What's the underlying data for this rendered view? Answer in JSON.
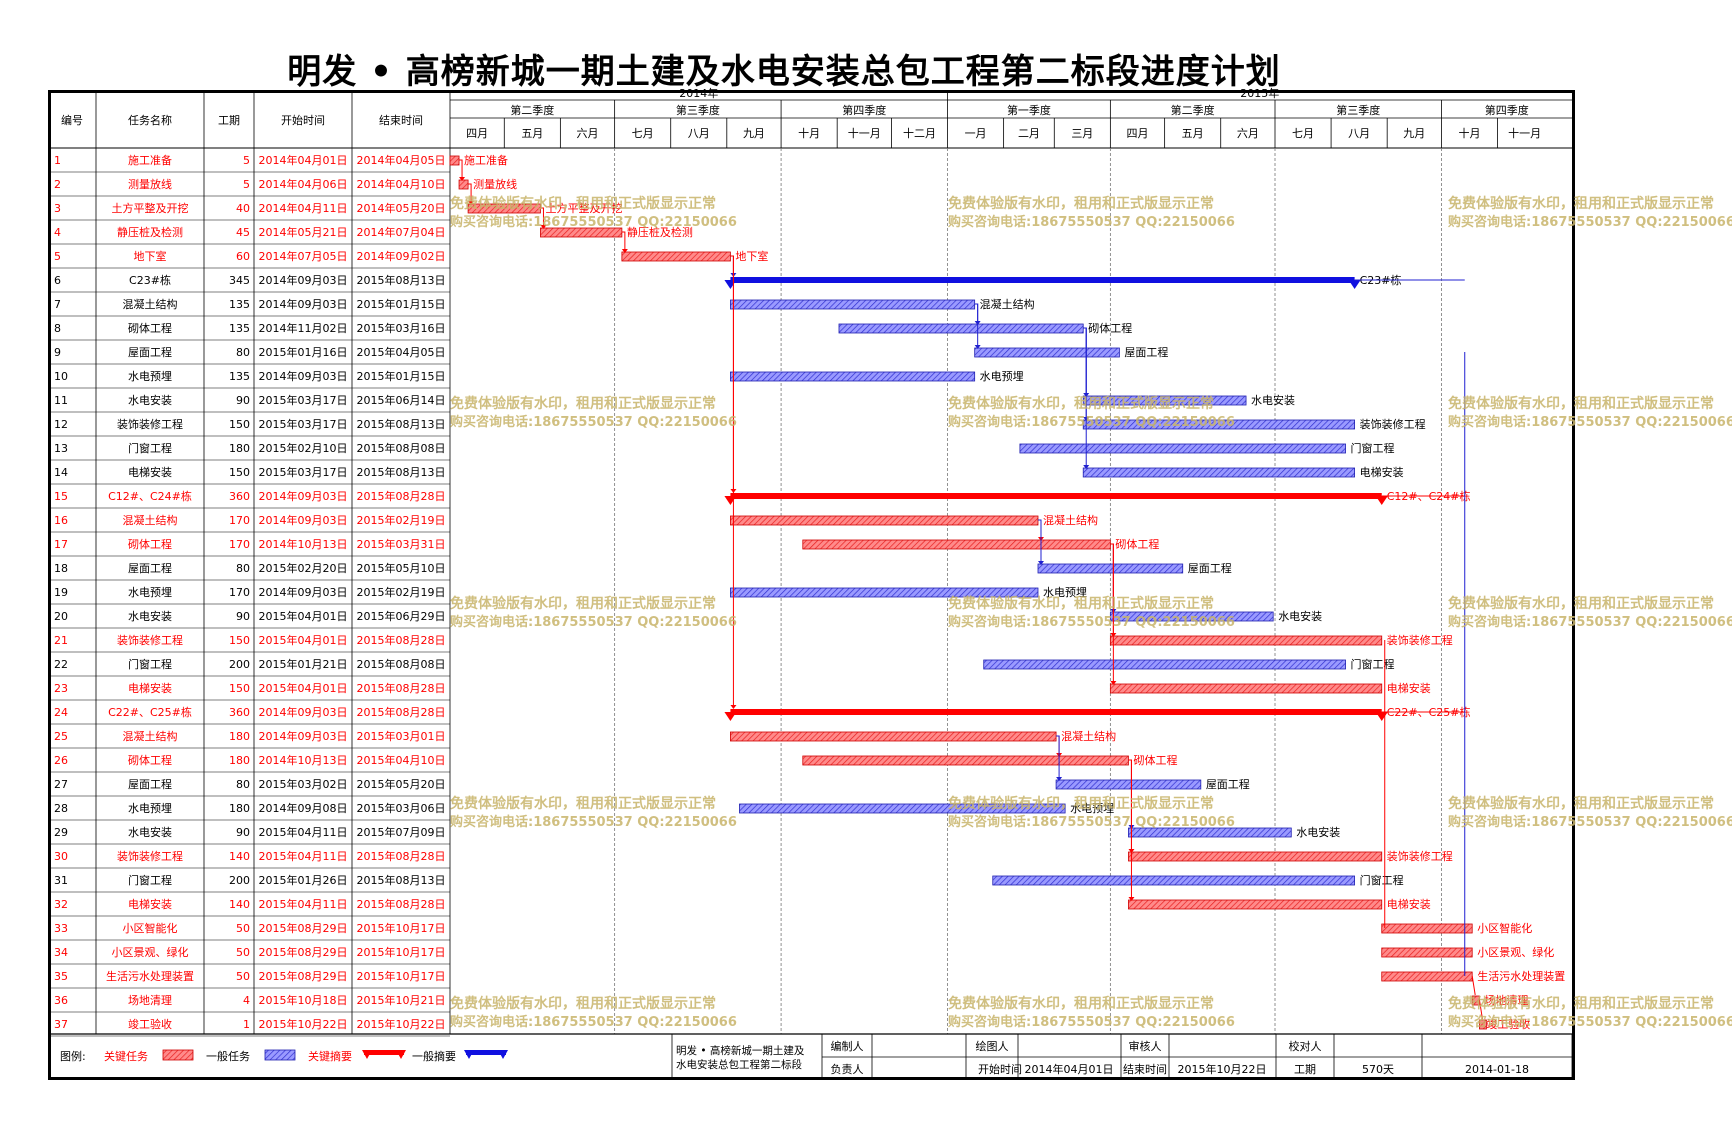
{
  "title": "明发 • 高榜新城一期土建及水电安装总包工程第二标段进度计划",
  "colors": {
    "critical": "#ff0000",
    "normal": "#3333cc",
    "bar_critical": "#ff6666",
    "bar_normal": "#6666ee",
    "watermark": "#c8b46a"
  },
  "columns": [
    "编号",
    "任务名称",
    "工期",
    "开始时间",
    "结束时间"
  ],
  "timeline": {
    "years": [
      "2014年",
      "2015年"
    ],
    "quarters": [
      "第二季度",
      "第三季度",
      "第四季度",
      "第一季度",
      "第二季度",
      "第三季度",
      "第四季度"
    ],
    "months": [
      "四月",
      "五月",
      "六月",
      "七月",
      "八月",
      "九月",
      "十月",
      "十一月",
      "十二月",
      "一月",
      "二月",
      "三月",
      "四月",
      "五月",
      "六月",
      "七月",
      "八月",
      "九月",
      "十月",
      "十一月"
    ]
  },
  "tasks": [
    {
      "id": "1",
      "name": "施工准备",
      "duration": "5",
      "start": "2014年04月01日",
      "end": "2014年04月05日",
      "critical": true,
      "type": "task"
    },
    {
      "id": "2",
      "name": "测量放线",
      "duration": "5",
      "start": "2014年04月06日",
      "end": "2014年04月10日",
      "critical": true,
      "type": "task"
    },
    {
      "id": "3",
      "name": "土方平整及开挖",
      "duration": "40",
      "start": "2014年04月11日",
      "end": "2014年05月20日",
      "critical": true,
      "type": "task"
    },
    {
      "id": "4",
      "name": "静压桩及检测",
      "duration": "45",
      "start": "2014年05月21日",
      "end": "2014年07月04日",
      "critical": true,
      "type": "task"
    },
    {
      "id": "5",
      "name": "地下室",
      "duration": "60",
      "start": "2014年07月05日",
      "end": "2014年09月02日",
      "critical": true,
      "type": "task"
    },
    {
      "id": "6",
      "name": "C23#栋",
      "duration": "345",
      "start": "2014年09月03日",
      "end": "2015年08月13日",
      "critical": false,
      "type": "summary"
    },
    {
      "id": "7",
      "name": "混凝土结构",
      "duration": "135",
      "start": "2014年09月03日",
      "end": "2015年01月15日",
      "critical": false,
      "type": "task"
    },
    {
      "id": "8",
      "name": "砌体工程",
      "duration": "135",
      "start": "2014年11月02日",
      "end": "2015年03月16日",
      "critical": false,
      "type": "task"
    },
    {
      "id": "9",
      "name": "屋面工程",
      "duration": "80",
      "start": "2015年01月16日",
      "end": "2015年04月05日",
      "critical": false,
      "type": "task"
    },
    {
      "id": "10",
      "name": "水电预埋",
      "duration": "135",
      "start": "2014年09月03日",
      "end": "2015年01月15日",
      "critical": false,
      "type": "task"
    },
    {
      "id": "11",
      "name": "水电安装",
      "duration": "90",
      "start": "2015年03月17日",
      "end": "2015年06月14日",
      "critical": false,
      "type": "task"
    },
    {
      "id": "12",
      "name": "装饰装修工程",
      "duration": "150",
      "start": "2015年03月17日",
      "end": "2015年08月13日",
      "critical": false,
      "type": "task"
    },
    {
      "id": "13",
      "name": "门窗工程",
      "duration": "180",
      "start": "2015年02月10日",
      "end": "2015年08月08日",
      "critical": false,
      "type": "task"
    },
    {
      "id": "14",
      "name": "电梯安装",
      "duration": "150",
      "start": "2015年03月17日",
      "end": "2015年08月13日",
      "critical": false,
      "type": "task"
    },
    {
      "id": "15",
      "name": "C12#、C24#栋",
      "duration": "360",
      "start": "2014年09月03日",
      "end": "2015年08月28日",
      "critical": true,
      "type": "summary"
    },
    {
      "id": "16",
      "name": "混凝土结构",
      "duration": "170",
      "start": "2014年09月03日",
      "end": "2015年02月19日",
      "critical": true,
      "type": "task"
    },
    {
      "id": "17",
      "name": "砌体工程",
      "duration": "170",
      "start": "2014年10月13日",
      "end": "2015年03月31日",
      "critical": true,
      "type": "task"
    },
    {
      "id": "18",
      "name": "屋面工程",
      "duration": "80",
      "start": "2015年02月20日",
      "end": "2015年05月10日",
      "critical": false,
      "type": "task"
    },
    {
      "id": "19",
      "name": "水电预埋",
      "duration": "170",
      "start": "2014年09月03日",
      "end": "2015年02月19日",
      "critical": false,
      "type": "task"
    },
    {
      "id": "20",
      "name": "水电安装",
      "duration": "90",
      "start": "2015年04月01日",
      "end": "2015年06月29日",
      "critical": false,
      "type": "task"
    },
    {
      "id": "21",
      "name": "装饰装修工程",
      "duration": "150",
      "start": "2015年04月01日",
      "end": "2015年08月28日",
      "critical": true,
      "type": "task"
    },
    {
      "id": "22",
      "name": "门窗工程",
      "duration": "200",
      "start": "2015年01月21日",
      "end": "2015年08月08日",
      "critical": false,
      "type": "task"
    },
    {
      "id": "23",
      "name": "电梯安装",
      "duration": "150",
      "start": "2015年04月01日",
      "end": "2015年08月28日",
      "critical": true,
      "type": "task"
    },
    {
      "id": "24",
      "name": "C22#、C25#栋",
      "duration": "360",
      "start": "2014年09月03日",
      "end": "2015年08月28日",
      "critical": true,
      "type": "summary"
    },
    {
      "id": "25",
      "name": "混凝土结构",
      "duration": "180",
      "start": "2014年09月03日",
      "end": "2015年03月01日",
      "critical": true,
      "type": "task"
    },
    {
      "id": "26",
      "name": "砌体工程",
      "duration": "180",
      "start": "2014年10月13日",
      "end": "2015年04月10日",
      "critical": true,
      "type": "task"
    },
    {
      "id": "27",
      "name": "屋面工程",
      "duration": "80",
      "start": "2015年03月02日",
      "end": "2015年05月20日",
      "critical": false,
      "type": "task"
    },
    {
      "id": "28",
      "name": "水电预埋",
      "duration": "180",
      "start": "2014年09月08日",
      "end": "2015年03月06日",
      "critical": false,
      "type": "task"
    },
    {
      "id": "29",
      "name": "水电安装",
      "duration": "90",
      "start": "2015年04月11日",
      "end": "2015年07月09日",
      "critical": false,
      "type": "task"
    },
    {
      "id": "30",
      "name": "装饰装修工程",
      "duration": "140",
      "start": "2015年04月11日",
      "end": "2015年08月28日",
      "critical": true,
      "type": "task"
    },
    {
      "id": "31",
      "name": "门窗工程",
      "duration": "200",
      "start": "2015年01月26日",
      "end": "2015年08月13日",
      "critical": false,
      "type": "task"
    },
    {
      "id": "32",
      "name": "电梯安装",
      "duration": "140",
      "start": "2015年04月11日",
      "end": "2015年08月28日",
      "critical": true,
      "type": "task"
    },
    {
      "id": "33",
      "name": "小区智能化",
      "duration": "50",
      "start": "2015年08月29日",
      "end": "2015年10月17日",
      "critical": true,
      "type": "task"
    },
    {
      "id": "34",
      "name": "小区景观、绿化",
      "duration": "50",
      "start": "2015年08月29日",
      "end": "2015年10月17日",
      "critical": true,
      "type": "task"
    },
    {
      "id": "35",
      "name": "生活污水处理装置",
      "duration": "50",
      "start": "2015年08月29日",
      "end": "2015年10月17日",
      "critical": true,
      "type": "task"
    },
    {
      "id": "36",
      "name": "场地清理",
      "duration": "4",
      "start": "2015年10月18日",
      "end": "2015年10月21日",
      "critical": true,
      "type": "task"
    },
    {
      "id": "37",
      "name": "竣工验收",
      "duration": "1",
      "start": "2015年10月22日",
      "end": "2015年10月22日",
      "critical": true,
      "type": "task"
    }
  ],
  "chart_data": {
    "type": "gantt",
    "title": "明发 • 高榜新城一期土建及水电安装总包工程第二标段进度计划",
    "x_range": [
      "2014-04-01",
      "2015-11-30"
    ],
    "bars": [
      {
        "id": "1",
        "label": "施工准备",
        "start": "2014-04-01",
        "end": "2014-04-05",
        "critical": true
      },
      {
        "id": "2",
        "label": "测量放线",
        "start": "2014-04-06",
        "end": "2014-04-10",
        "critical": true
      },
      {
        "id": "3",
        "label": "土方平整及开挖",
        "start": "2014-04-11",
        "end": "2014-05-20",
        "critical": true
      },
      {
        "id": "4",
        "label": "静压桩及检测",
        "start": "2014-05-21",
        "end": "2014-07-04",
        "critical": true
      },
      {
        "id": "5",
        "label": "地下室",
        "start": "2014-07-05",
        "end": "2014-09-02",
        "critical": true
      },
      {
        "id": "6",
        "label": "C23#栋",
        "start": "2014-09-03",
        "end": "2015-08-13",
        "critical": false,
        "summary": true
      },
      {
        "id": "7",
        "label": "混凝土结构",
        "start": "2014-09-03",
        "end": "2015-01-15",
        "critical": false
      },
      {
        "id": "8",
        "label": "砌体工程",
        "start": "2014-11-02",
        "end": "2015-03-16",
        "critical": false
      },
      {
        "id": "9",
        "label": "屋面工程",
        "start": "2015-01-16",
        "end": "2015-04-05",
        "critical": false
      },
      {
        "id": "10",
        "label": "水电预埋",
        "start": "2014-09-03",
        "end": "2015-01-15",
        "critical": false
      },
      {
        "id": "11",
        "label": "水电安装",
        "start": "2015-03-17",
        "end": "2015-06-14",
        "critical": false
      },
      {
        "id": "12",
        "label": "装饰装修工程",
        "start": "2015-03-17",
        "end": "2015-08-13",
        "critical": false
      },
      {
        "id": "13",
        "label": "门窗工程",
        "start": "2015-02-10",
        "end": "2015-08-08",
        "critical": false
      },
      {
        "id": "14",
        "label": "电梯安装",
        "start": "2015-03-17",
        "end": "2015-08-13",
        "critical": false
      },
      {
        "id": "15",
        "label": "C12#、C24#栋",
        "start": "2014-09-03",
        "end": "2015-08-28",
        "critical": true,
        "summary": true
      },
      {
        "id": "16",
        "label": "混凝土结构",
        "start": "2014-09-03",
        "end": "2015-02-19",
        "critical": true
      },
      {
        "id": "17",
        "label": "砌体工程",
        "start": "2014-10-13",
        "end": "2015-03-31",
        "critical": true
      },
      {
        "id": "18",
        "label": "屋面工程",
        "start": "2015-02-20",
        "end": "2015-05-10",
        "critical": false
      },
      {
        "id": "19",
        "label": "水电预埋",
        "start": "2014-09-03",
        "end": "2015-02-19",
        "critical": false
      },
      {
        "id": "20",
        "label": "水电安装",
        "start": "2015-04-01",
        "end": "2015-06-29",
        "critical": false
      },
      {
        "id": "21",
        "label": "装饰装修工程",
        "start": "2015-04-01",
        "end": "2015-08-28",
        "critical": true
      },
      {
        "id": "22",
        "label": "门窗工程",
        "start": "2015-01-21",
        "end": "2015-08-08",
        "critical": false
      },
      {
        "id": "23",
        "label": "电梯安装",
        "start": "2015-04-01",
        "end": "2015-08-28",
        "critical": true
      },
      {
        "id": "24",
        "label": "C22#、C25#栋",
        "start": "2014-09-03",
        "end": "2015-08-28",
        "critical": true,
        "summary": true
      },
      {
        "id": "25",
        "label": "混凝土结构",
        "start": "2014-09-03",
        "end": "2015-03-01",
        "critical": true
      },
      {
        "id": "26",
        "label": "砌体工程",
        "start": "2014-10-13",
        "end": "2015-04-10",
        "critical": true
      },
      {
        "id": "27",
        "label": "屋面工程",
        "start": "2015-03-02",
        "end": "2015-05-20",
        "critical": false
      },
      {
        "id": "28",
        "label": "水电预埋",
        "start": "2014-09-08",
        "end": "2015-03-06",
        "critical": false
      },
      {
        "id": "29",
        "label": "水电安装",
        "start": "2015-04-11",
        "end": "2015-07-09",
        "critical": false
      },
      {
        "id": "30",
        "label": "装饰装修工程",
        "start": "2015-04-11",
        "end": "2015-08-28",
        "critical": true
      },
      {
        "id": "31",
        "label": "门窗工程",
        "start": "2015-01-26",
        "end": "2015-08-13",
        "critical": false
      },
      {
        "id": "32",
        "label": "电梯安装",
        "start": "2015-04-11",
        "end": "2015-08-28",
        "critical": true
      },
      {
        "id": "33",
        "label": "小区智能化",
        "start": "2015-08-29",
        "end": "2015-10-17",
        "critical": true
      },
      {
        "id": "34",
        "label": "小区景观、绿化",
        "start": "2015-08-29",
        "end": "2015-10-17",
        "critical": true
      },
      {
        "id": "35",
        "label": "生活污水处理装置",
        "start": "2015-08-29",
        "end": "2015-10-17",
        "critical": true
      },
      {
        "id": "36",
        "label": "场地清理",
        "start": "2015-10-18",
        "end": "2015-10-21",
        "critical": true
      },
      {
        "id": "37",
        "label": "竣工验收",
        "start": "2015-10-22",
        "end": "2015-10-22",
        "critical": true
      }
    ]
  },
  "watermark": {
    "line1": "免费体验版有水印，租用和正式版显示正常",
    "line2": "购买咨询电话:18675550537 QQ:22150066"
  },
  "legend": {
    "label": "图例:",
    "critical_task": "关键任务",
    "normal_task": "一般任务",
    "critical_summary": "关键摘要",
    "normal_summary": "一般摘要"
  },
  "footer": {
    "project": "明发 • 高榜新城一期土建及水电安装总包工程第二标段",
    "compiler": "编制人",
    "drawer": "绘图人",
    "reviewer": "审核人",
    "checker": "校对人",
    "owner": "负责人",
    "start_label": "开始时间",
    "start_value": "2014年04月01日",
    "end_label": "结束时间",
    "end_value": "2015年10月22日",
    "duration_label": "工期",
    "duration_value": "570天",
    "date": "2014-01-18"
  }
}
